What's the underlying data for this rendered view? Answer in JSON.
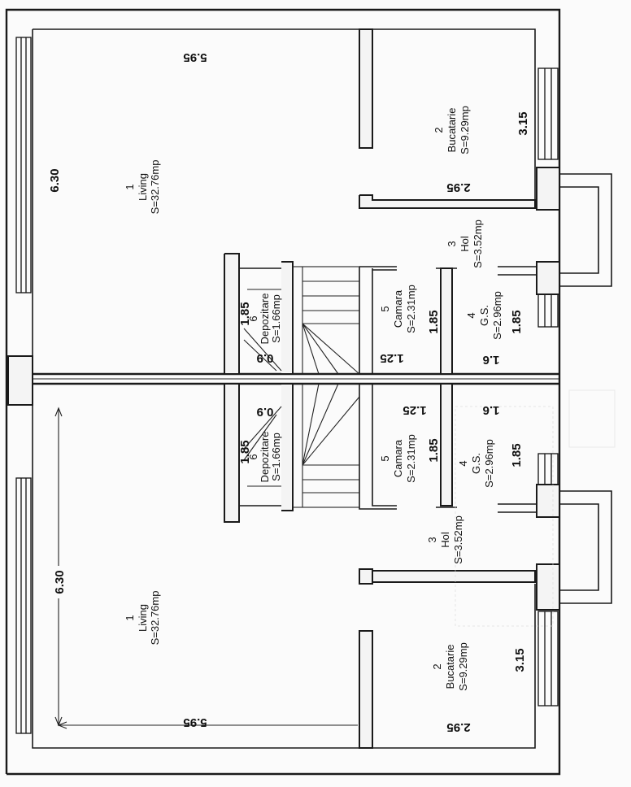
{
  "units": {
    "upper": [
      {
        "key": "living",
        "num": "1",
        "name": "Living",
        "area": "S=32.76mp"
      },
      {
        "key": "bucatarie",
        "num": "2",
        "name": "Bucatarie",
        "area": "S=9.29mp"
      },
      {
        "key": "hol",
        "num": "3",
        "name": "Hol",
        "area": "S=3.52mp"
      },
      {
        "key": "gs",
        "num": "4",
        "name": "G.S.",
        "area": "S=2.96mp"
      },
      {
        "key": "camara",
        "num": "5",
        "name": "Camara",
        "area": "S=2.31mp"
      },
      {
        "key": "depozitare",
        "num": "6",
        "name": "Depozitare",
        "area": "S=1.66mp"
      }
    ],
    "lower": [
      {
        "key": "living",
        "num": "1",
        "name": "Living",
        "area": "S=32.76mp"
      },
      {
        "key": "bucatarie",
        "num": "2",
        "name": "Bucatarie",
        "area": "S=9.29mp"
      },
      {
        "key": "hol",
        "num": "3",
        "name": "Hol",
        "area": "S=3.52mp"
      },
      {
        "key": "gs",
        "num": "4",
        "name": "G.S.",
        "area": "S=2.96mp"
      },
      {
        "key": "camara",
        "num": "5",
        "name": "Camara",
        "area": "S=2.31mp"
      },
      {
        "key": "depozitare",
        "num": "6",
        "name": "Depozitare",
        "area": "S=1.66mp"
      }
    ]
  },
  "dimensions": {
    "upper": {
      "living_width": "6.30",
      "living_depth": "5.95",
      "bucatarie_width": "3.15",
      "bucatarie_depth": "2.95",
      "gs_width": "1.85",
      "gs_depth": "1.6",
      "camara_width": "1.85",
      "camara_depth": "1.25",
      "depozitare_width": "1.85",
      "depozitare_depth": "0.9"
    },
    "lower": {
      "living_width": "6.30",
      "living_depth": "5.95",
      "bucatarie_width": "3.15",
      "bucatarie_depth": "2.95",
      "gs_width": "1.85",
      "gs_depth": "1.6",
      "camara_width": "1.85",
      "camara_depth": "1.25",
      "depozitare_width": "1.85",
      "depozitare_depth": "0.9"
    }
  }
}
